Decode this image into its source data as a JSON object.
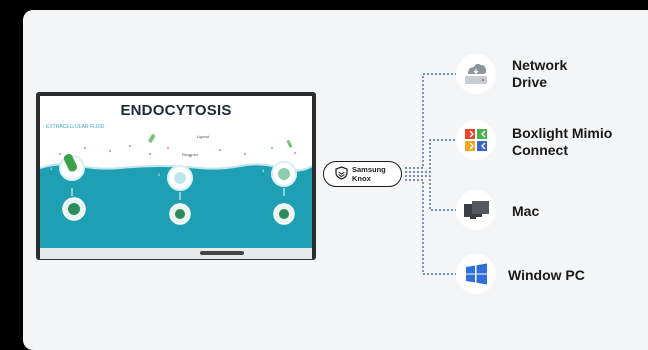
{
  "display": {
    "title": "ENDOCYTOSIS",
    "extracellular_label": "EXTRACELLULAR FLUID",
    "ligand_label": "Ligand",
    "receptor_label": "Receptor"
  },
  "knox": {
    "label": "Samsung Knox",
    "icon": "knox-shield-icon"
  },
  "targets": [
    {
      "label": "Network Drive",
      "icon": "network-drive-icon"
    },
    {
      "label": "Boxlight Mimio Connect",
      "icon": "boxlight-mimio-icon"
    },
    {
      "label": "Mac",
      "icon": "mac-icon"
    },
    {
      "label": "Window PC",
      "icon": "windows-icon"
    }
  ],
  "colors": {
    "panel": "#f4f5f7",
    "connector": "#2f4fa7",
    "teal": "#1f9fb3",
    "windows_blue": "#2f6fd7"
  }
}
